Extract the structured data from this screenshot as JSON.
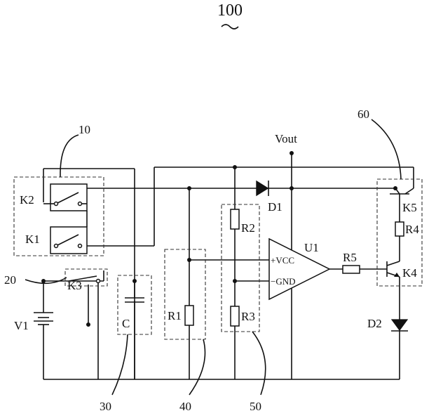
{
  "figure_number": "100",
  "callouts": {
    "c10": "10",
    "c20": "20",
    "c30": "30",
    "c40": "40",
    "c50": "50",
    "c60": "60"
  },
  "components": {
    "k1": "K1",
    "k2": "K2",
    "k3": "K3",
    "k4": "K4",
    "k5": "K5",
    "v1": "V1",
    "c": "C",
    "r1": "R1",
    "r2": "R2",
    "r3": "R3",
    "r4": "R4",
    "r5": "R5",
    "d1": "D1",
    "d2": "D2",
    "u1": "U1",
    "vout": "Vout"
  },
  "opamp_pins": {
    "vcc": "+VCC",
    "gnd": "−GND"
  }
}
